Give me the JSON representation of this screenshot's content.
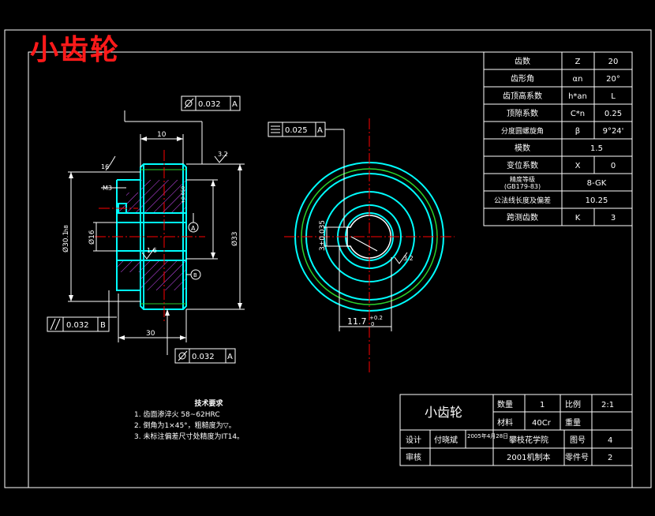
{
  "drawing_title": "小齿轮",
  "params_table": [
    {
      "name": "齿数",
      "sym": "Z",
      "val": "20"
    },
    {
      "name": "齿形角",
      "sym": "αn",
      "val": "20°"
    },
    {
      "name": "齿顶高系数",
      "sym": "h*an",
      "val": "L"
    },
    {
      "name": "顶隙系数",
      "sym": "C*n",
      "val": "0.25"
    },
    {
      "name": "分度圆螺旋角",
      "sym": "β",
      "val": "9°24'"
    },
    {
      "name": "模数",
      "sym": "",
      "val": "1.5"
    },
    {
      "name": "变位系数",
      "sym": "X",
      "val": "0"
    },
    {
      "name": "精度等级",
      "name2": "(GB179-83)",
      "sym": "",
      "val": "8-GK"
    },
    {
      "name": "公法线长度及偏差",
      "sym": "",
      "val": "10.25"
    },
    {
      "name": "跨测齿数",
      "sym": "K",
      "val": "3"
    }
  ],
  "tolerances": {
    "runout_top": {
      "value": "0.032",
      "datum": "A"
    },
    "runout_bottom": {
      "value": "0.032",
      "datum": "A"
    },
    "parallel": {
      "value": "0.032",
      "datum": "B"
    },
    "symmetry": {
      "value": "0.025",
      "datum": "A"
    }
  },
  "dimensions": {
    "hub_width": "10",
    "face_width": "30",
    "bore": "Ø16",
    "outer_dia": "Ø33",
    "pitch_dia": "Ø30.1",
    "pitch_tol": "h8",
    "thread": "M3",
    "keyway_depth": "3±0.035",
    "keyway_width": "11.7",
    "keyway_tol": "+0.2",
    "keyway_tol_low": "0",
    "roughness_1": "16",
    "roughness_2": "3.2",
    "roughness_3": "1.6",
    "roughness_4": "3.2",
    "datum_a": "A",
    "datum_b": "B",
    "tooth_tol": "+0.050"
  },
  "notes": {
    "heading": "技术要求",
    "lines": [
      "1. 齿面渗淬火 58~62HRC",
      "2. 倒角为1×45°，粗糙度为▽。",
      "3. 未标注偏差尺寸处精度为IT14。"
    ]
  },
  "title_block": {
    "part_name": "小齿轮",
    "qty_label": "数量",
    "qty": "1",
    "scale_label": "比例",
    "scale": "2:1",
    "material_label": "材料",
    "material": "40Cr",
    "weight_label": "重量",
    "weight": "",
    "design_label": "设计",
    "designer": "付晓斌",
    "date": "2005年4月28日",
    "school": "攀枝花学院",
    "drawing_no_label": "图号",
    "drawing_no": "4",
    "check_label": "审核",
    "class": "2001机制本",
    "part_no_label": "零件号",
    "part_no": "2"
  },
  "colors": {
    "background": "#000000",
    "border": "#ffffff",
    "part_outline": "#00ffff",
    "centerline": "#ff0000",
    "hatch": "#d24dff",
    "pitch_circle": "#2bd12b",
    "title_red": "#ff1a1a"
  }
}
